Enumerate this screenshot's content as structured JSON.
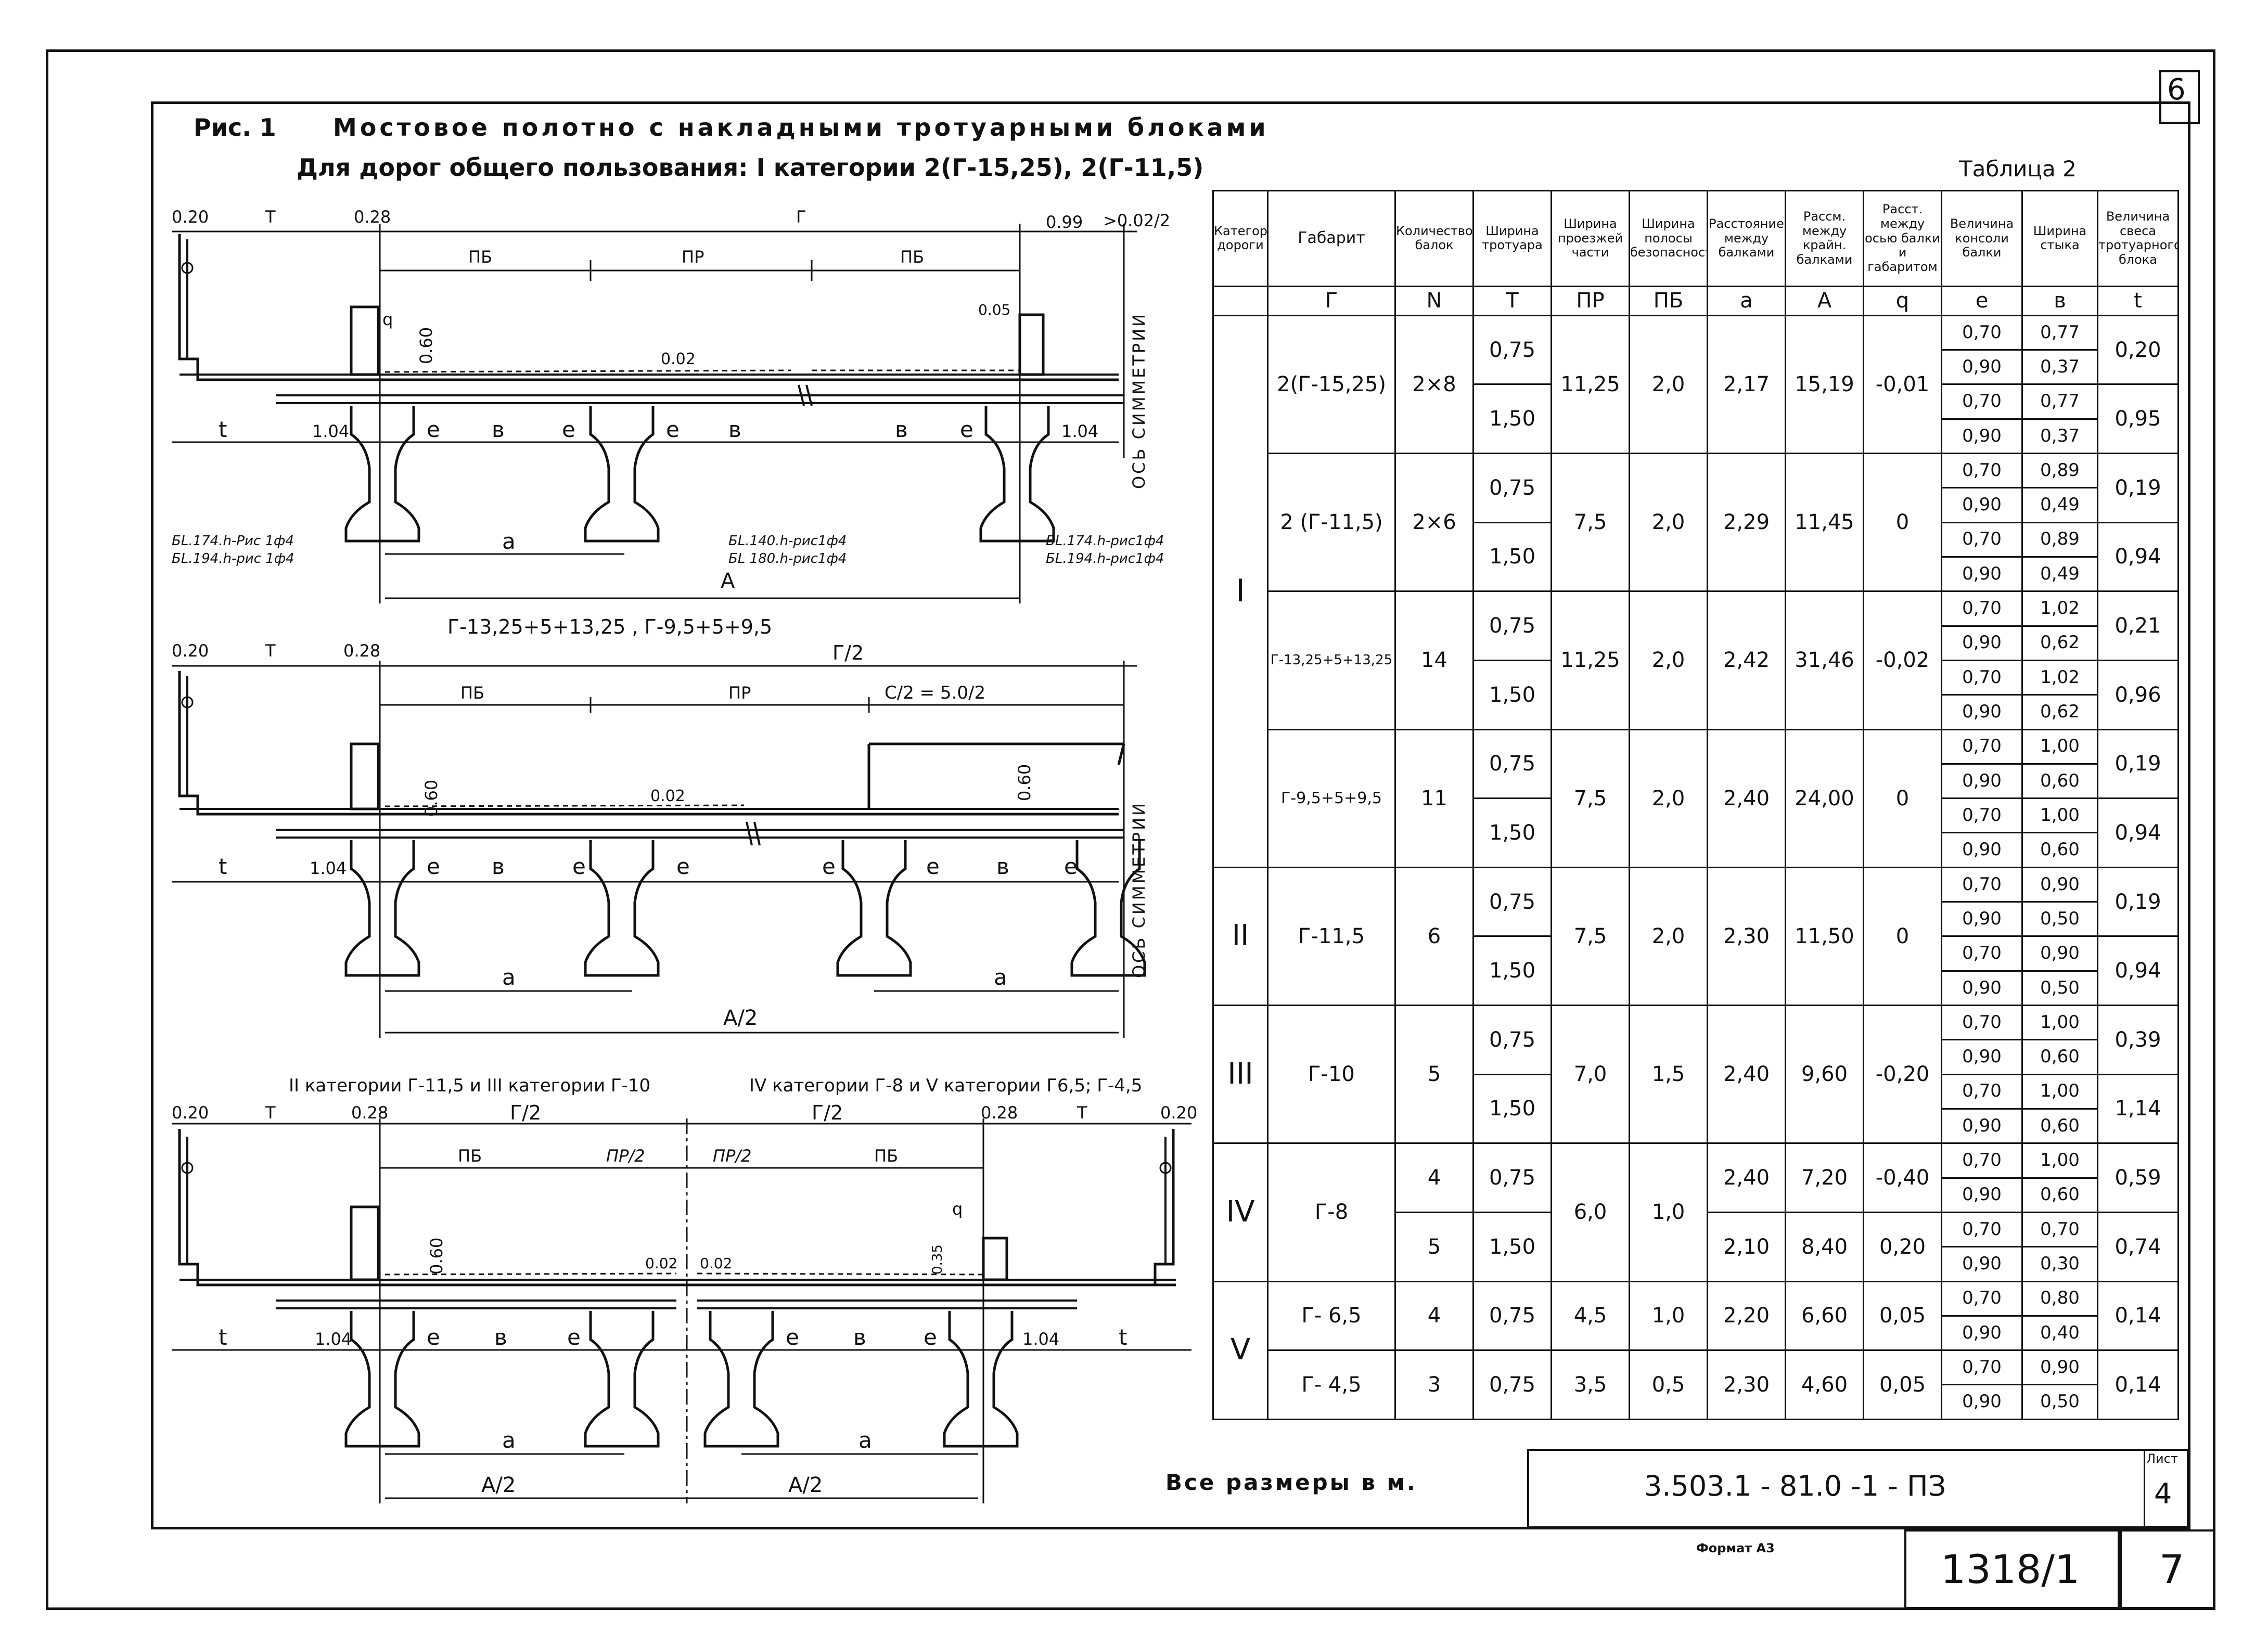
{
  "sheet_corner": "6",
  "figure": {
    "label": "Рис. 1",
    "title": "Мостовое полотно с накладными тротуарными блоками",
    "subtitle": "Для дорог общего пользования: I категории 2(Г-15,25), 2(Г-11,5)"
  },
  "diagram1": {
    "dims": {
      "d020": "0.20",
      "T": "T",
      "d028": "0.28",
      "G": "Г",
      "d099": "0.99",
      "d002_2": ">0.02/2",
      "PB": "ПБ",
      "PR": "ПР",
      "d060": "0.60",
      "q": "q",
      "d005": "0.05",
      "slope": "0.02",
      "t": "t",
      "d104": "1.04",
      "e": "e",
      "b": "в",
      "a": "a",
      "A": "A",
      "axis": "ОСЬ СИММЕТРИИ"
    },
    "beam_left": [
      "БL.174.h-Рис 1ф4",
      "БL.194.h-рис 1ф4"
    ],
    "beam_mid": [
      "БL.140.h-рис1ф4",
      "БL 180.h-рис1ф4"
    ],
    "beam_right": [
      "БL.174.h-рис1ф4",
      "БL.194.h-рис1ф4"
    ]
  },
  "diagram2": {
    "heading": "Г-13,25+5+13,25 ,  Г-9,5+5+9,5",
    "dims": {
      "d020": "0.20",
      "T": "T",
      "d028": "0.28",
      "G2": "Г/2",
      "PB": "ПБ",
      "PR": "ПР",
      "C2": "C/2 = 5.0/2",
      "d060": "0.60",
      "slope": "0.02",
      "t": "t",
      "d104": "1.04",
      "e": "e",
      "b": "в",
      "a": "a",
      "A2": "A/2",
      "axis": "ОСЬ СИММЕТРИИ"
    }
  },
  "diagram3": {
    "heading_left": "II категории Г-11,5 и III категории Г-10",
    "heading_right": "IV категории Г-8 и V категории Г6,5; Г-4,5",
    "dims": {
      "d020": "0.20",
      "T": "T",
      "d028": "0.28",
      "G2": "Г/2",
      "PB": "ПБ",
      "PR2": "ПР/2",
      "d060": "0.60",
      "q": "q",
      "d035": "0.35",
      "slope": "0.02",
      "t": "t",
      "d104": "1.04",
      "e": "e",
      "b": "в",
      "a": "a",
      "A2": "A/2"
    }
  },
  "table": {
    "caption": "Таблица 2",
    "headers": [
      "Категория дороги",
      "Габарит",
      "Количество балок",
      "Ширина тротуара",
      "Ширина проезжей части",
      "Ширина полосы безопасности",
      "Расстояние между балками",
      "Рассм. между крайн. балками",
      "Расст. между осью балки и габаритом",
      "Величина консоли балки",
      "Ширина стыка",
      "Величина свеса тротуарного блока"
    ],
    "symbols": [
      "",
      "Г",
      "N",
      "T",
      "ПР",
      "ПБ",
      "a",
      "A",
      "q",
      "e",
      "в",
      "t"
    ],
    "groups": [
      {
        "cat": "I",
        "rows": [
          {
            "gab": "2(Г-15,25)",
            "n": "2×8",
            "t1": "0,75",
            "t2": "1,50",
            "pr": "11,25",
            "pb": "2,0",
            "a": "2,17",
            "A": "15,19",
            "q": "-0,01",
            "e": [
              "0,70",
              "0,90",
              "0,70",
              "0,90"
            ],
            "b": [
              "0,77",
              "0,37",
              "0,77",
              "0,37"
            ],
            "tt": [
              "0,20",
              "0,95"
            ]
          },
          {
            "gab": "2 (Г-11,5)",
            "n": "2×6",
            "t1": "0,75",
            "t2": "1,50",
            "pr": "7,5",
            "pb": "2,0",
            "a": "2,29",
            "A": "11,45",
            "q": "0",
            "e": [
              "0,70",
              "0,90",
              "0,70",
              "0,90"
            ],
            "b": [
              "0,89",
              "0,49",
              "0,89",
              "0,49"
            ],
            "tt": [
              "0,19",
              "0,94"
            ]
          },
          {
            "gab": "Г-13,25+5+13,25",
            "n": "14",
            "t1": "0,75",
            "t2": "1,50",
            "pr": "11,25",
            "pb": "2,0",
            "a": "2,42",
            "A": "31,46",
            "q": "-0,02",
            "e": [
              "0,70",
              "0,90",
              "0,70",
              "0,90"
            ],
            "b": [
              "1,02",
              "0,62",
              "1,02",
              "0,62"
            ],
            "tt": [
              "0,21",
              "0,96"
            ]
          },
          {
            "gab": "Г-9,5+5+9,5",
            "n": "11",
            "t1": "0,75",
            "t2": "1,50",
            "pr": "7,5",
            "pb": "2,0",
            "a": "2,40",
            "A": "24,00",
            "q": "0",
            "e": [
              "0,70",
              "0,90",
              "0,70",
              "0,90"
            ],
            "b": [
              "1,00",
              "0,60",
              "1,00",
              "0,60"
            ],
            "tt": [
              "0,19",
              "0,94"
            ]
          }
        ]
      },
      {
        "cat": "II",
        "rows": [
          {
            "gab": "Г-11,5",
            "n": "6",
            "t1": "0,75",
            "t2": "1,50",
            "pr": "7,5",
            "pb": "2,0",
            "a": "2,30",
            "A": "11,50",
            "q": "0",
            "e": [
              "0,70",
              "0,90",
              "0,70",
              "0,90"
            ],
            "b": [
              "0,90",
              "0,50",
              "0,90",
              "0,50"
            ],
            "tt": [
              "0,19",
              "0,94"
            ]
          }
        ]
      },
      {
        "cat": "III",
        "rows": [
          {
            "gab": "Г-10",
            "n": "5",
            "t1": "0,75",
            "t2": "1,50",
            "pr": "7,0",
            "pb": "1,5",
            "a": "2,40",
            "A": "9,60",
            "q": "-0,20",
            "e": [
              "0,70",
              "0,90",
              "0,70",
              "0,90"
            ],
            "b": [
              "1,00",
              "0,60",
              "1,00",
              "0,60"
            ],
            "tt": [
              "0,39",
              "1,14"
            ]
          }
        ]
      },
      {
        "cat": "IV",
        "gab": "Г-8",
        "pr": "6,0",
        "pb": "1,0",
        "rows": [
          {
            "n": "4",
            "t": "0,75",
            "a": "2,40",
            "A": "7,20",
            "q": "-0,40",
            "e": [
              "0,70",
              "0,90"
            ],
            "b": [
              "1,00",
              "0,60"
            ],
            "tt": "0,59"
          },
          {
            "n": "5",
            "t": "1,50",
            "a": "2,10",
            "A": "8,40",
            "q": "0,20",
            "e": [
              "0,70",
              "0,90"
            ],
            "b": [
              "0,70",
              "0,30"
            ],
            "tt": "0,74"
          }
        ]
      },
      {
        "cat": "V",
        "rows": [
          {
            "gab": "Г- 6,5",
            "n": "4",
            "t": "0,75",
            "pr": "4,5",
            "pb": "1,0",
            "a": "2,20",
            "A": "6,60",
            "q": "0,05",
            "e": [
              "0,70",
              "0,90"
            ],
            "b": [
              "0,80",
              "0,40"
            ],
            "tt": "0,14"
          },
          {
            "gab": "Г- 4,5",
            "n": "3",
            "t": "0,75",
            "pr": "3,5",
            "pb": "0,5",
            "a": "2,30",
            "A": "4,60",
            "q": "0,05",
            "e": [
              "0,70",
              "0,90"
            ],
            "b": [
              "0,90",
              "0,50"
            ],
            "tt": "0,14"
          }
        ]
      }
    ]
  },
  "footer": {
    "note": "Все размеры в м.",
    "doc_code": "3.503.1 - 81.0 -1 - ПЗ",
    "sheet_label": "Лист",
    "sheet_no": "4",
    "format": "Формат А3",
    "archive_no": "1318/1",
    "page_no": "7"
  }
}
